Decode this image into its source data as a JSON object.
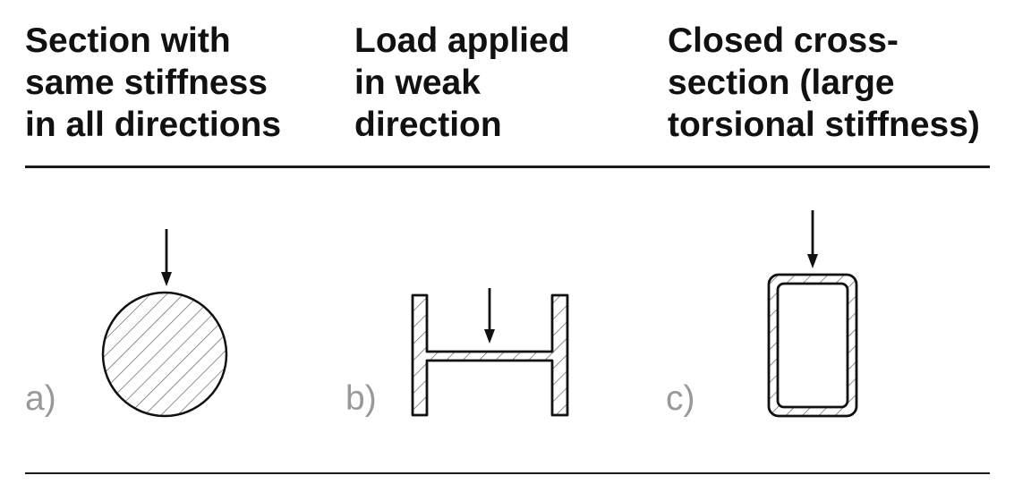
{
  "columns": [
    {
      "heading": [
        "Section with",
        "same stiffness",
        "in all directions"
      ],
      "sublabel": "a)",
      "shape": "solid-circle"
    },
    {
      "heading": [
        "Load applied",
        "in weak",
        "direction"
      ],
      "sublabel": "b)",
      "shape": "h-section"
    },
    {
      "heading": [
        "Closed cross-",
        "section (large",
        "torsional stiffness)"
      ],
      "sublabel": "c)",
      "shape": "hollow-rectangle"
    }
  ],
  "colors": {
    "text": "#111111",
    "sublabel": "#999999",
    "stroke": "#111111",
    "hatch": "#555555",
    "rule": "#1a1a1a"
  }
}
